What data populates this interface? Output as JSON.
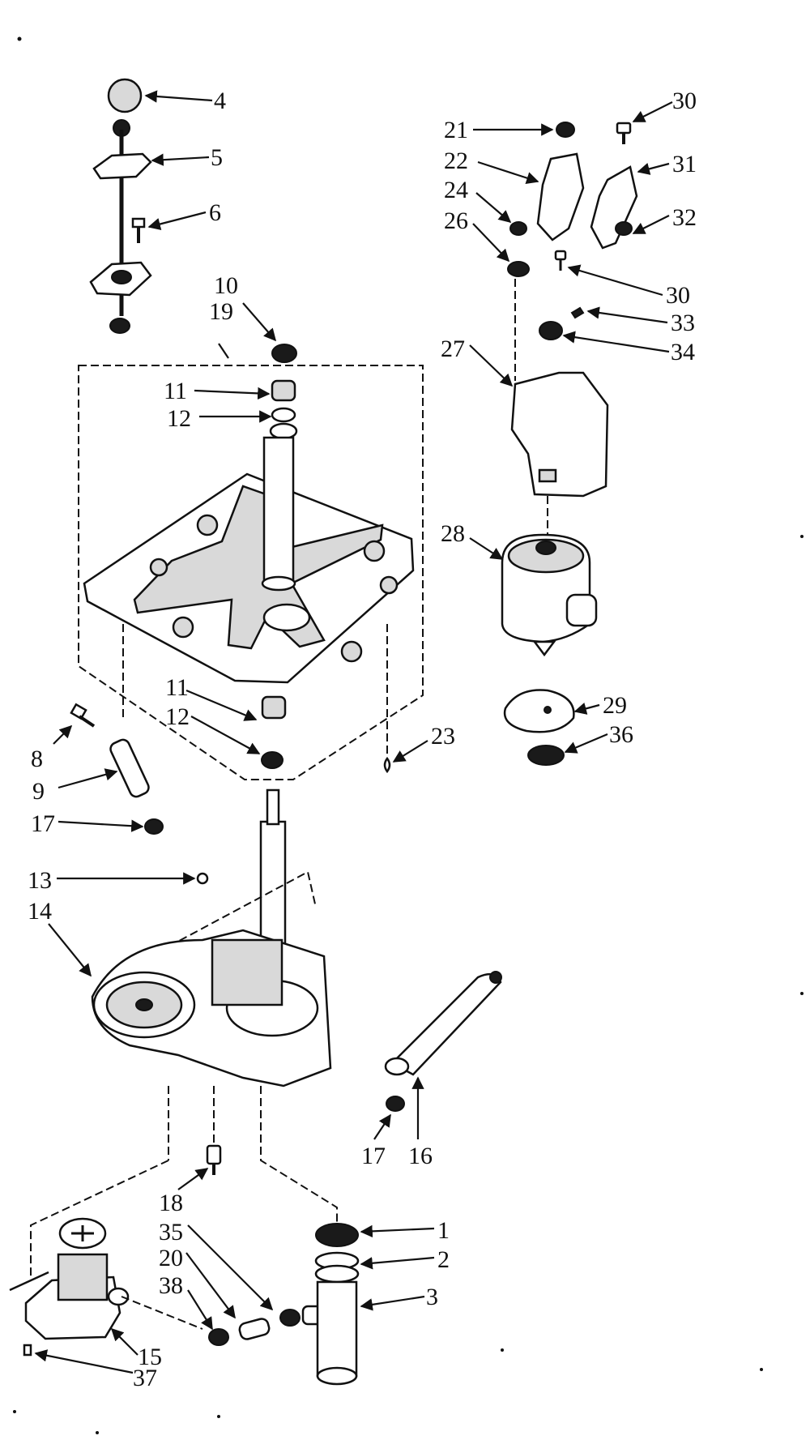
{
  "diagram": {
    "callouts": [
      "1",
      "2",
      "3",
      "4",
      "5",
      "6",
      "8",
      "9",
      "10",
      "11",
      "12",
      "13",
      "14",
      "15",
      "16",
      "17",
      "18",
      "19",
      "20",
      "21",
      "22",
      "23",
      "24",
      "26",
      "27",
      "28",
      "29",
      "30",
      "31",
      "32",
      "33",
      "34",
      "35",
      "36",
      "37",
      "38"
    ],
    "repeated_callouts": {
      "11": "11",
      "12": "12",
      "17": "17",
      "30": "30"
    }
  }
}
